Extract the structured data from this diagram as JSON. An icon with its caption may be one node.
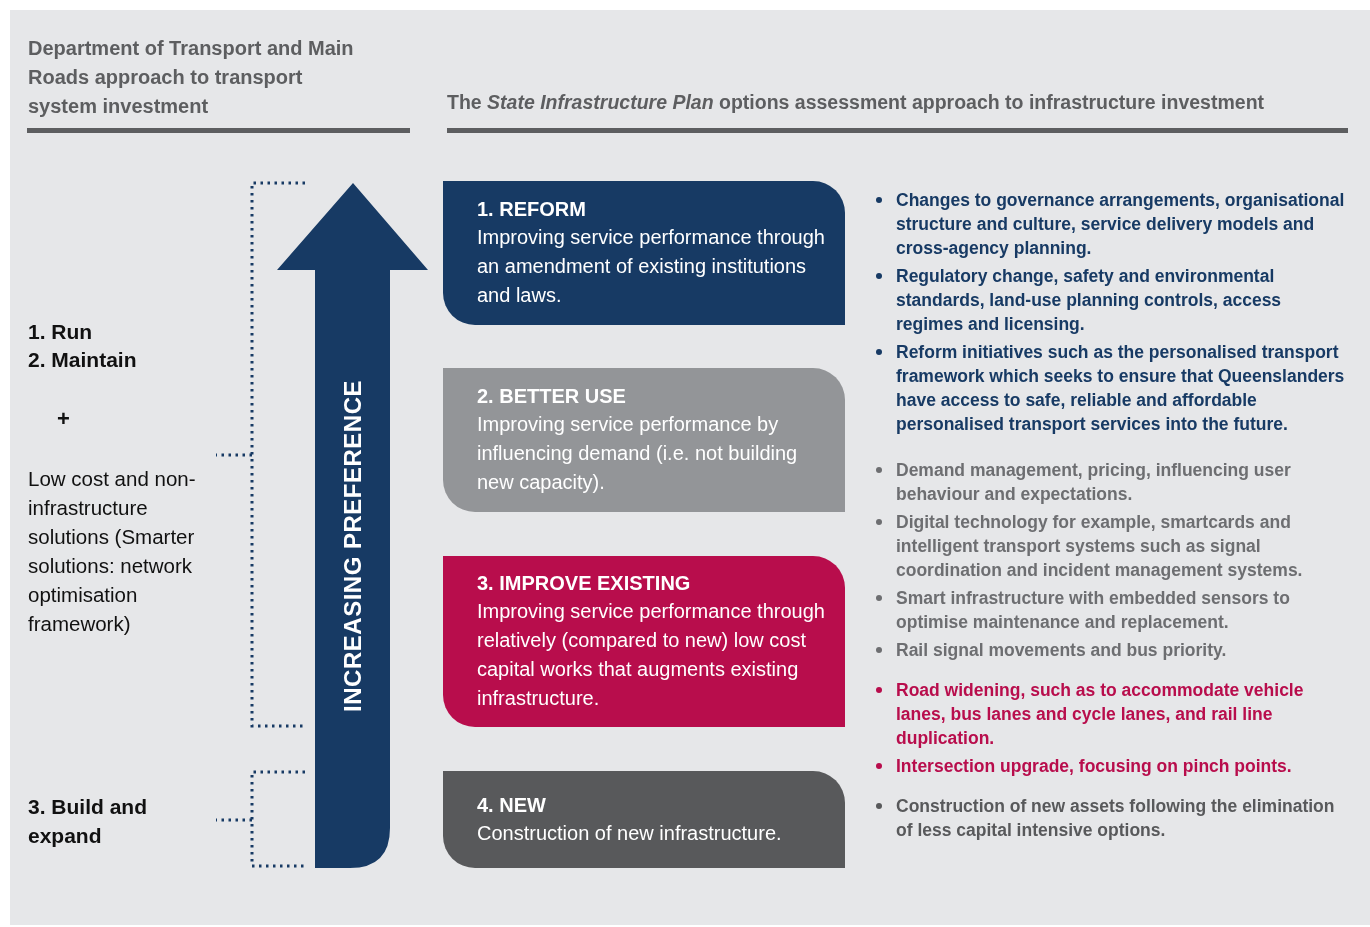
{
  "diagram": {
    "nodes": [
      {
        "text": [
          "INCREASING PREFERENCE"
        ]
      },
      {
        "text": [
          "1. REFORM",
          "Improving service performance through an amendment of existing institutions and laws."
        ]
      },
      {
        "text": [
          "2. BETTER USE",
          "Improving service performance by influencing demand (i.e. not building new capacity)."
        ]
      },
      {
        "text": [
          "3. IMPROVE EXISTING",
          "Improving service performance through relatively (compared to new) low cost capital works that augments existing infrastructure."
        ]
      },
      {
        "text": [
          "4. NEW",
          "Construction of new infrastructure."
        ]
      }
    ],
    "labels": [
      "Department of Transport and Main Roads approach to transport system investment",
      "The *State Infrastructure Plan* options assessment approach to infrastructure investment",
      "1. Run",
      "2. Maintain",
      "+",
      "Low cost and non-infrastructure solutions (Smarter solutions: network optimisation framework)",
      "3. Build and expand",
      "Changes to governance arrangements, organisational structure and culture, service delivery models and cross-agency planning.",
      "Regulatory change, safety and environmental standards, land-use planning controls, access regimes and licensing.",
      "Reform initiatives such as the personalised transport framework which seeks to ensure that Queenslanders have access to safe, reliable and affordable personalised transport services into the future.",
      "Demand management, pricing, influencing user behaviour and expectations.",
      "Digital technology for example, smartcards and intelligent transport systems such as signal coordination and incident management systems.",
      "Smart infrastructure with embedded sensors to optimise maintenance and replacement.",
      "Rail signal movements and bus priority.",
      "Road widening, such as to accommodate vehicle lanes, bus lanes and cycle lanes, and rail line duplication.",
      "Intersection upgrade, focusing on pinch points.",
      "Construction of new assets following the elimination of less capital intensive options."
    ]
  }
}
